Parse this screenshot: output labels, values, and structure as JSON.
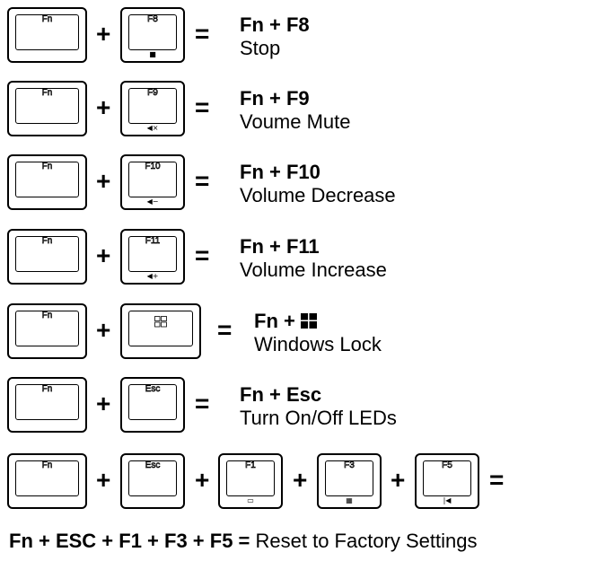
{
  "keys": {
    "fn": "Fn",
    "f8": "F8",
    "f9": "F9",
    "f10": "F10",
    "f11": "F11",
    "esc": "Esc",
    "f1": "F1",
    "f3": "F3",
    "f5": "F5"
  },
  "operators": {
    "plus": "+",
    "equals": "="
  },
  "combos": [
    {
      "title": "Fn + F8",
      "description": "Stop"
    },
    {
      "title": "Fn + F9",
      "description": "Voume Mute"
    },
    {
      "title": "Fn + F10",
      "description": "Volume Decrease"
    },
    {
      "title": "Fn + F11",
      "description": "Volume Increase"
    },
    {
      "title": "Fn + ",
      "description": "Windows Lock"
    },
    {
      "title": "Fn + Esc",
      "description": "Turn On/Off LEDs"
    }
  ],
  "reset": {
    "combo": "Fn + ESC + F1 + F3 + F5 =",
    "description": " Reset to Factory Settings"
  },
  "icons": {
    "stop": "stop-icon",
    "mute": "speaker-mute-icon",
    "volume_down": "speaker-minus-icon",
    "volume_up": "speaker-plus-icon",
    "windows": "windows-logo-icon",
    "monitor": "monitor-icon",
    "calculator": "calculator-icon",
    "previous": "previous-track-icon"
  }
}
